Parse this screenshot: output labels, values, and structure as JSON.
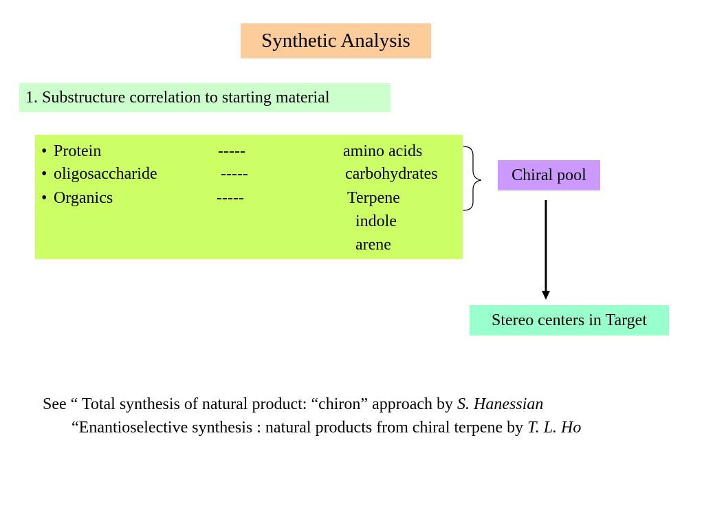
{
  "colors": {
    "title_bg": "#fdcc9b",
    "sub_bg": "#ccffcc",
    "list_bg": "#ccff66",
    "chiral_bg": "#cc99ff",
    "stereo_bg": "#99ffcc",
    "bracket": "#000000"
  },
  "title": "Synthetic Analysis",
  "subheading": "1. Substructure correlation to starting material",
  "list": {
    "rows": [
      {
        "bullet": "•",
        "source": "Protein",
        "dash": "-----",
        "target": "amino acids"
      },
      {
        "bullet": "•",
        "source": "oligosaccharide",
        "dash": "-----",
        "target": "carbohydrates"
      },
      {
        "bullet": "•",
        "source": "Organics",
        "dash": "-----",
        "target": "Terpene"
      }
    ],
    "extra_targets": [
      "indole",
      "arene"
    ]
  },
  "chiral_pool": "Chiral pool",
  "stereo_target": "Stereo centers in Target",
  "references": {
    "line1_text": "See “ Total synthesis of natural product: “chiron” approach by ",
    "line1_author": "S. Hanessian",
    "line2_text": "“Enantioselective synthesis : natural products from chiral terpene by ",
    "line2_author": "T. L. Ho"
  },
  "icons": [
    "curly-brace-icon",
    "down-arrow-icon"
  ]
}
